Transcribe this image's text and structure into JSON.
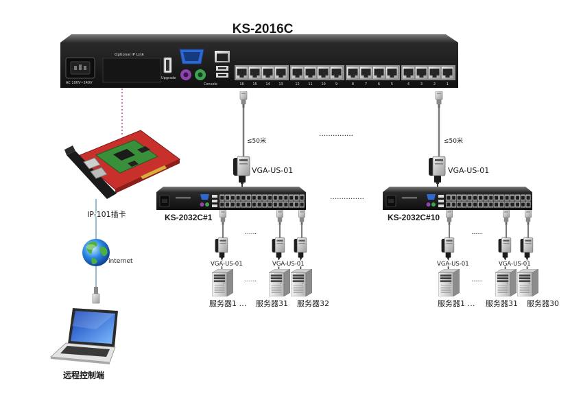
{
  "colors": {
    "title": "#1d4fc4",
    "label_blue": "#1f3fb2",
    "vga_port": "#2f68d0",
    "ps2_keyboard": "#8e44ad",
    "ps2_mouse": "#3ea34f",
    "ip_link_line": "#b45a96",
    "network_line": "#6fa6c8"
  },
  "icons": {
    "main_device": "kvm-switch-icon",
    "ip_card": "pci-card-icon",
    "internet": "globe-icon",
    "remote_client": "laptop-icon",
    "adapter": "vga-usb-dongle-icon",
    "server": "tower-server-icon"
  },
  "title": "KS-2016C",
  "main_kvm": {
    "power_label": "AC 100V~240V",
    "ip_slot_label": "Optional IP Link",
    "upgrade_label": "Upgrade",
    "console_label": "Console",
    "port_numbers": [
      "16",
      "15",
      "14",
      "13",
      "12",
      "11",
      "10",
      "9",
      "8",
      "7",
      "6",
      "5",
      "4",
      "3",
      "2",
      "1"
    ]
  },
  "ip_card": {
    "label": "IP-101插卡"
  },
  "internet": {
    "label": "internet"
  },
  "remote_client": {
    "label": "远程控制端"
  },
  "uplinks": [
    {
      "distance": "≤50米",
      "adapter": "VGA-US-01"
    },
    {
      "distance": "≤50米",
      "adapter": "VGA-US-01"
    }
  ],
  "upper_ellipsis": "……………",
  "middle_ellipsis": "……………",
  "switches": [
    {
      "label": "KS-2032C#1",
      "adapters": [
        "VGA-US-01",
        "VGA-US-01"
      ],
      "ellipsis": "......",
      "servers": [
        "服务器1 …",
        "服务器31",
        "服务器32"
      ]
    },
    {
      "label": "KS-2032C#10",
      "adapters": [
        "VGA-US-01",
        "VGA-US-01"
      ],
      "ellipsis": "......",
      "servers": [
        "服务器1 …",
        "服务器31",
        "服务器30"
      ]
    }
  ]
}
